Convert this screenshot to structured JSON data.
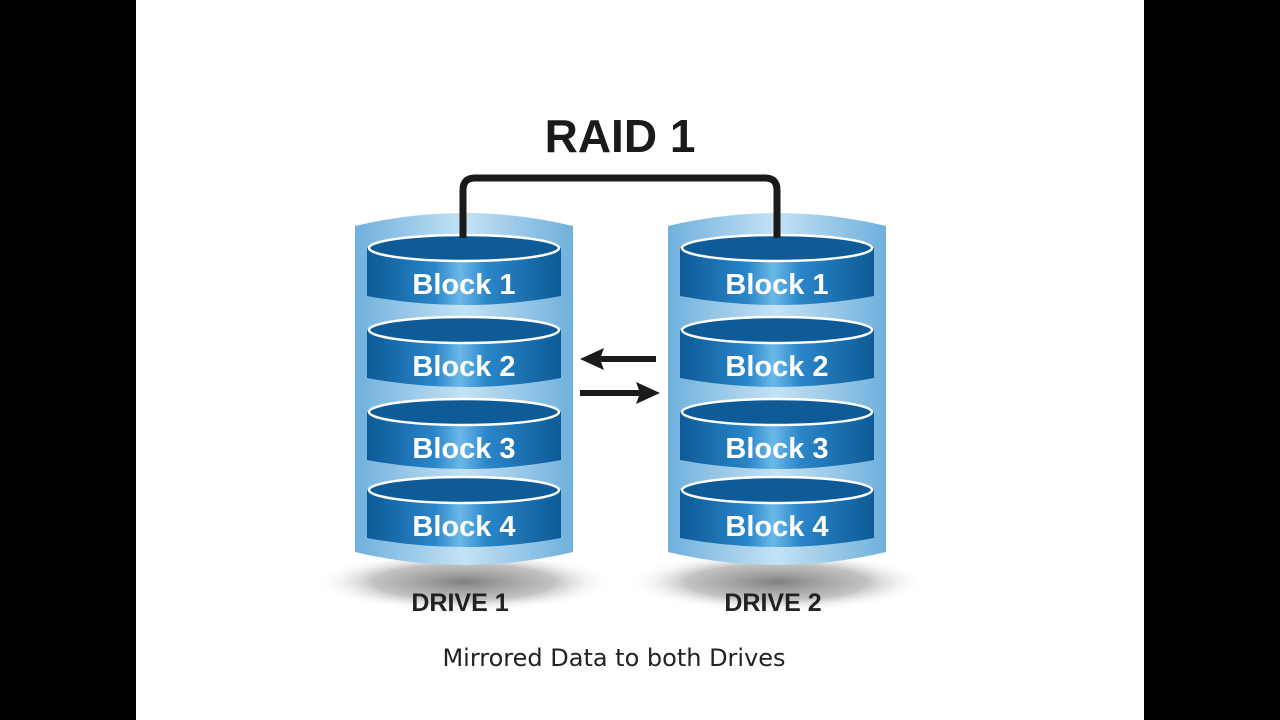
{
  "title": "RAID 1",
  "caption": "Mirrored Data to both Drives",
  "colors": {
    "disk_dark": "#0d5a96",
    "disk_mid": "#1f78bd",
    "disk_light": "#5fb0e4",
    "shell": "#8cc3e6",
    "connector": "#1a1a1a"
  },
  "drives": [
    {
      "label": "DRIVE 1",
      "blocks": [
        "Block 1",
        "Block 2",
        "Block 3",
        "Block 4"
      ]
    },
    {
      "label": "DRIVE 2",
      "blocks": [
        "Block 1",
        "Block 2",
        "Block 3",
        "Block 4"
      ]
    }
  ],
  "arrows": [
    {
      "direction": "left",
      "meaning": "drive-2-to-drive-1"
    },
    {
      "direction": "right",
      "meaning": "drive-1-to-drive-2"
    }
  ]
}
